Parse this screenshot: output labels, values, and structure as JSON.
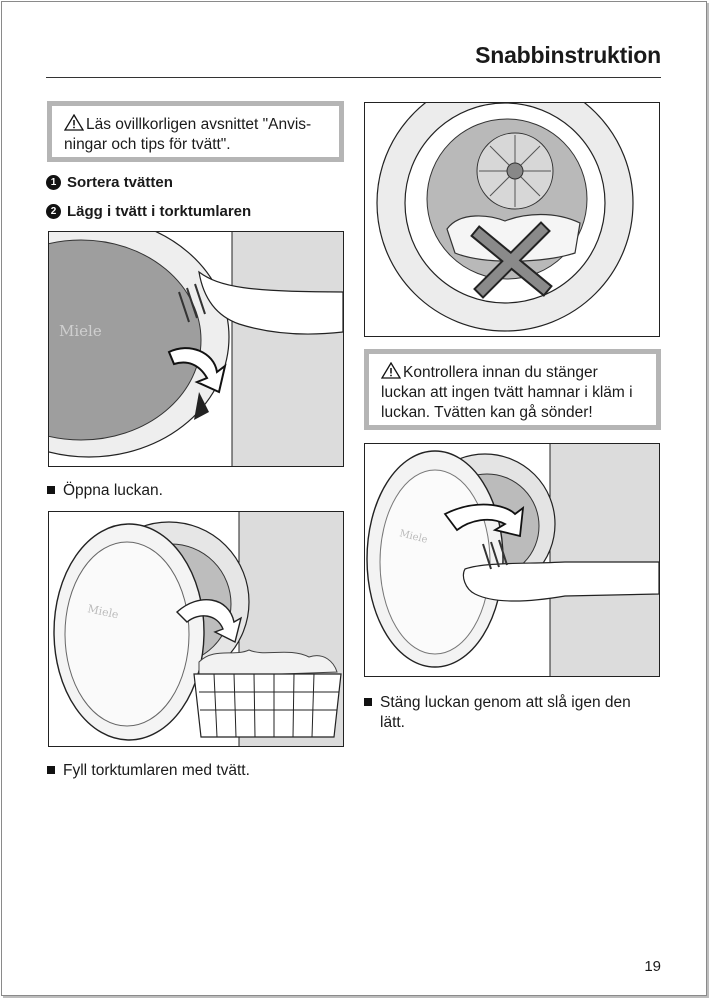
{
  "header": {
    "title": "Snabbinstruktion"
  },
  "warnings": {
    "read_section": {
      "line1": "Läs ovillkorligen avsnittet \"Anvis-",
      "line2": "ningar och tips för tvätt\"."
    },
    "check_door": {
      "line1": "Kontrollera innan du stänger",
      "line2": "luckan att ingen tvätt hamnar i kläm i",
      "line3": "luckan. Tvätten kan gå sönder!"
    }
  },
  "steps": [
    {
      "number": "1",
      "label": "Sortera tvätten"
    },
    {
      "number": "2",
      "label": "Lägg i tvätt i torktumlaren"
    }
  ],
  "captions": {
    "open_door": "Öppna luckan.",
    "fill_dryer": "Fyll torktumlaren med tvätt.",
    "close_door_line1": "Stäng luckan genom att slå igen den",
    "close_door_line2": "lätt."
  },
  "brand": {
    "logo_text": "Miele"
  },
  "page": {
    "number": "19"
  },
  "icons": {
    "warning": "warning-triangle-icon",
    "bullet": "square-bullet-icon"
  }
}
